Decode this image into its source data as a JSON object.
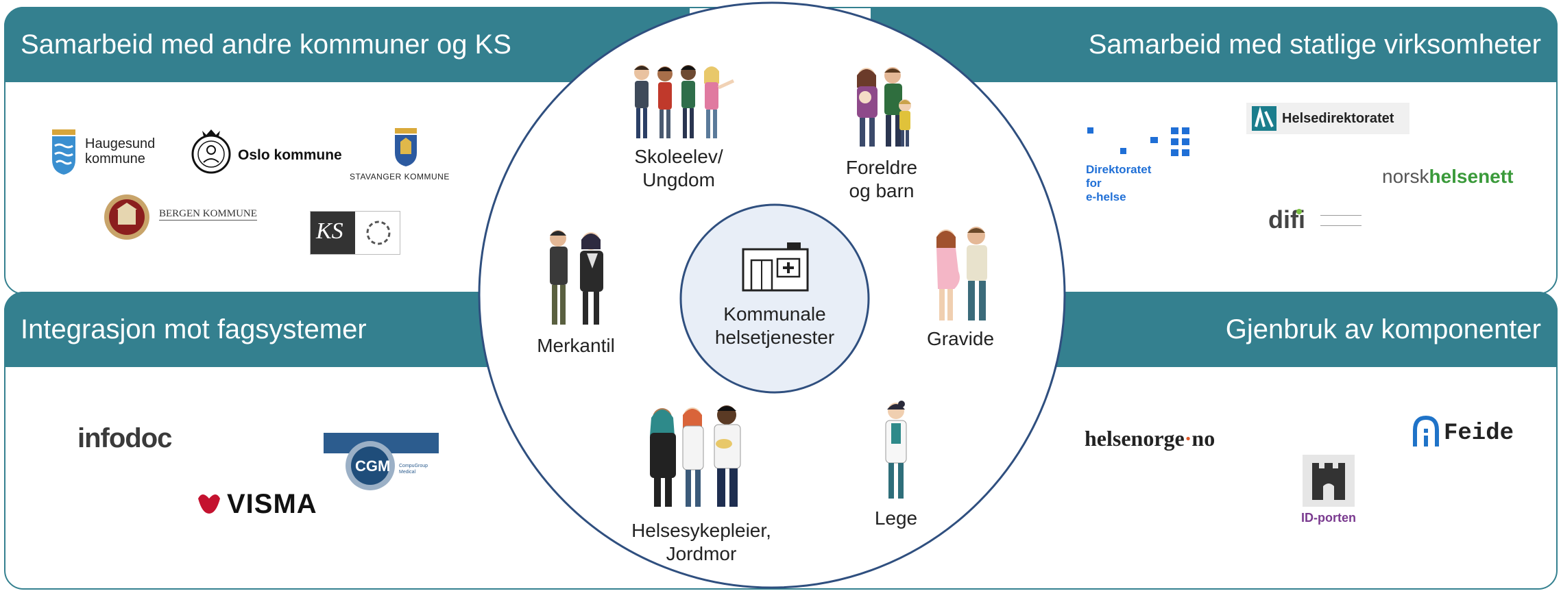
{
  "colors": {
    "teal": "#34808f",
    "circle_border": "#2f4f7f",
    "center_fill": "#e8eef7"
  },
  "sections": {
    "top_left": "Samarbeid med andre kommuner og KS",
    "top_right": "Samarbeid med statlige virksomheter",
    "bottom_left": "Integrasjon mot fagsystemer",
    "bottom_right": "Gjenbruk av komponenter"
  },
  "logos": {
    "haugesund": "Haugesund\nkommune",
    "oslo": "Oslo kommune",
    "stavanger": "STAVANGER KOMMUNE",
    "bergen": "BERGEN KOMMUNE",
    "ks": "KS",
    "ehelse": "Direktoratet for\ne-helse",
    "helsedir": "Helsedirektoratet",
    "nhn_a": "norsk",
    "nhn_b": "helsenett",
    "difi": "difi",
    "infodoc": "infodoc",
    "cgm": "CGM",
    "cgm_sub": "CompuGroup\nMedical",
    "visma": "VISMA",
    "helsenorge_a": "helsenorge",
    "helsenorge_b": "no",
    "feide": "Feide",
    "idporten": "ID-porten"
  },
  "center": {
    "label": "Kommunale\nhelsetjenester",
    "icon": "health-clinic-icon"
  },
  "user_groups": {
    "skoleelev": "Skoleelev/\nUngdom",
    "foreldre": "Foreldre\nog barn",
    "merkantil": "Merkantil",
    "gravide": "Gravide",
    "helsesykepleier": "Helsesykepleier,\nJordmor",
    "lege": "Lege"
  }
}
